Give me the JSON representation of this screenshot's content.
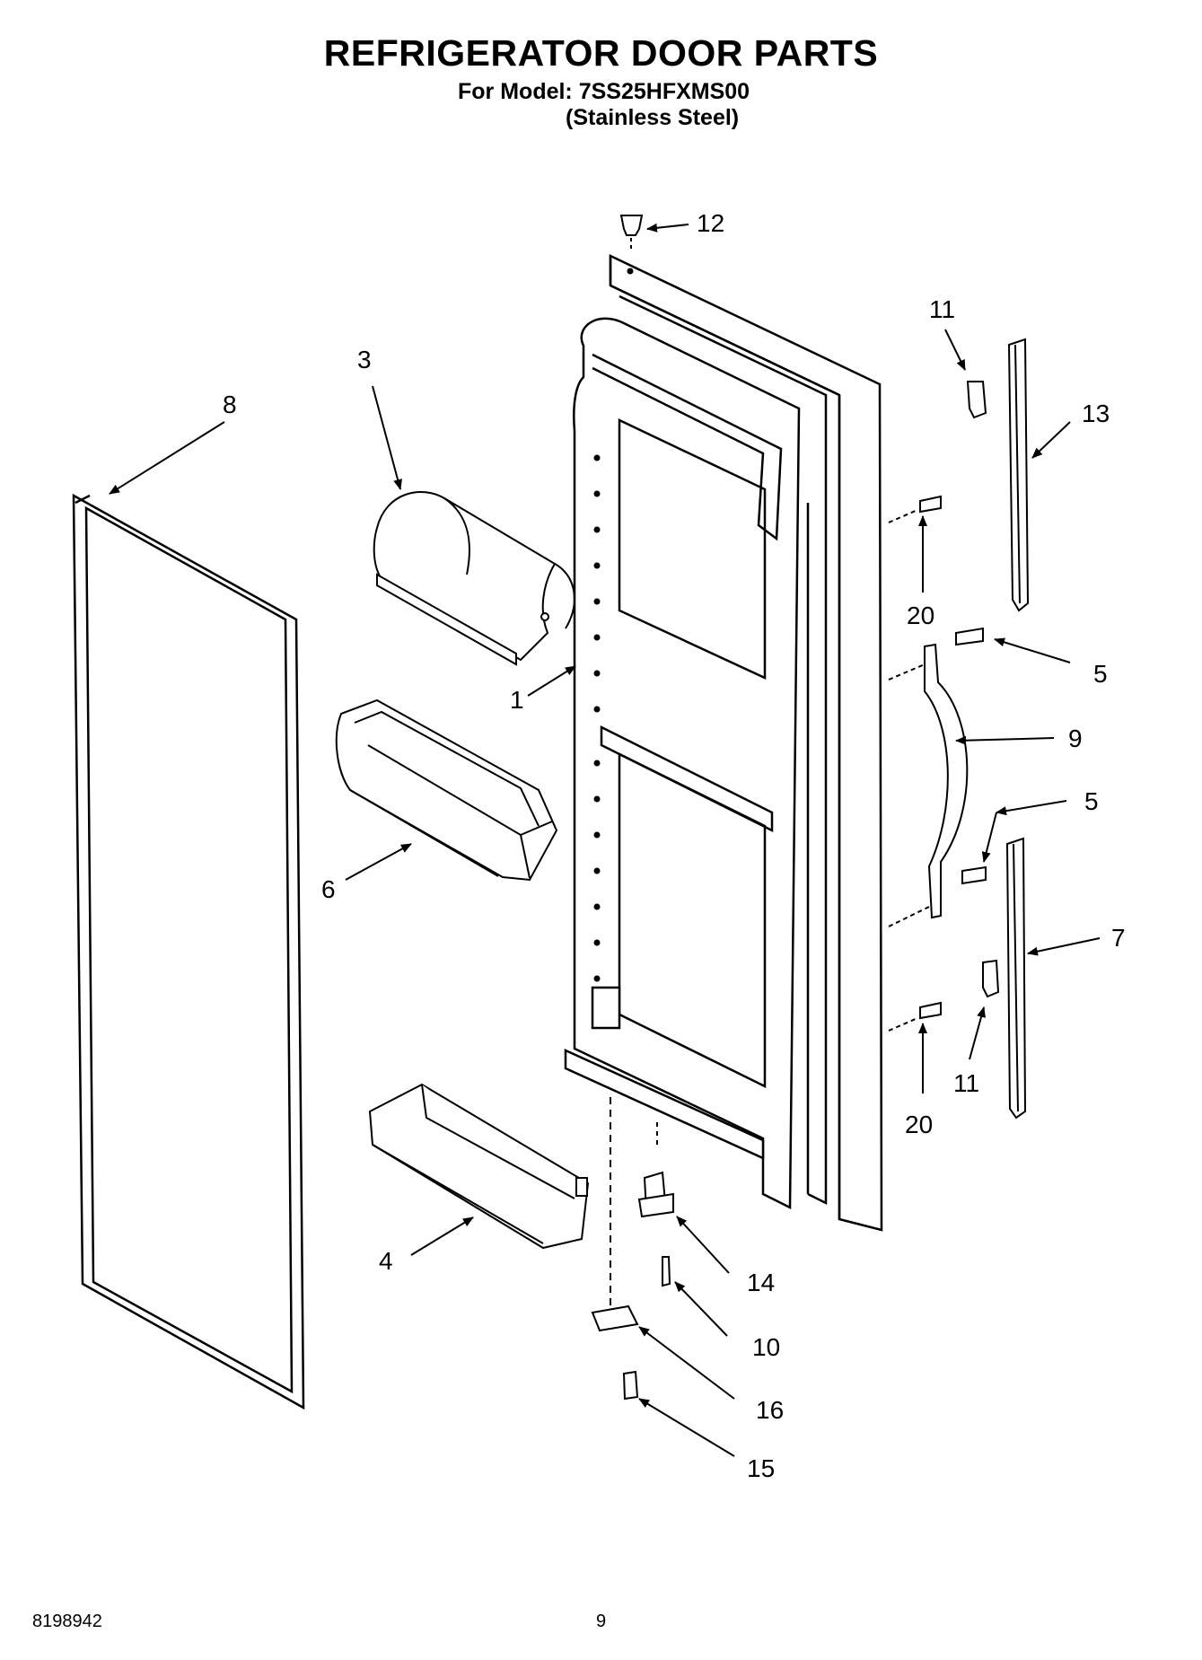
{
  "header": {
    "title": "REFRIGERATOR DOOR PARTS",
    "model_line": "For Model: 7SS25HFXMS00",
    "finish_line": "(Stainless Steel)"
  },
  "callouts": [
    {
      "id": "c1",
      "label": "1"
    },
    {
      "id": "c3",
      "label": "3"
    },
    {
      "id": "c4",
      "label": "4"
    },
    {
      "id": "c5a",
      "label": "5"
    },
    {
      "id": "c5b",
      "label": "5"
    },
    {
      "id": "c6",
      "label": "6"
    },
    {
      "id": "c7",
      "label": "7"
    },
    {
      "id": "c8",
      "label": "8"
    },
    {
      "id": "c9",
      "label": "9"
    },
    {
      "id": "c10",
      "label": "10"
    },
    {
      "id": "c11a",
      "label": "11"
    },
    {
      "id": "c11b",
      "label": "11"
    },
    {
      "id": "c12",
      "label": "12"
    },
    {
      "id": "c13",
      "label": "13"
    },
    {
      "id": "c14",
      "label": "14"
    },
    {
      "id": "c15",
      "label": "15"
    },
    {
      "id": "c16",
      "label": "16"
    },
    {
      "id": "c20a",
      "label": "20"
    },
    {
      "id": "c20b",
      "label": "20"
    }
  ],
  "footer": {
    "doc_number": "8198942",
    "page_number": "9"
  }
}
